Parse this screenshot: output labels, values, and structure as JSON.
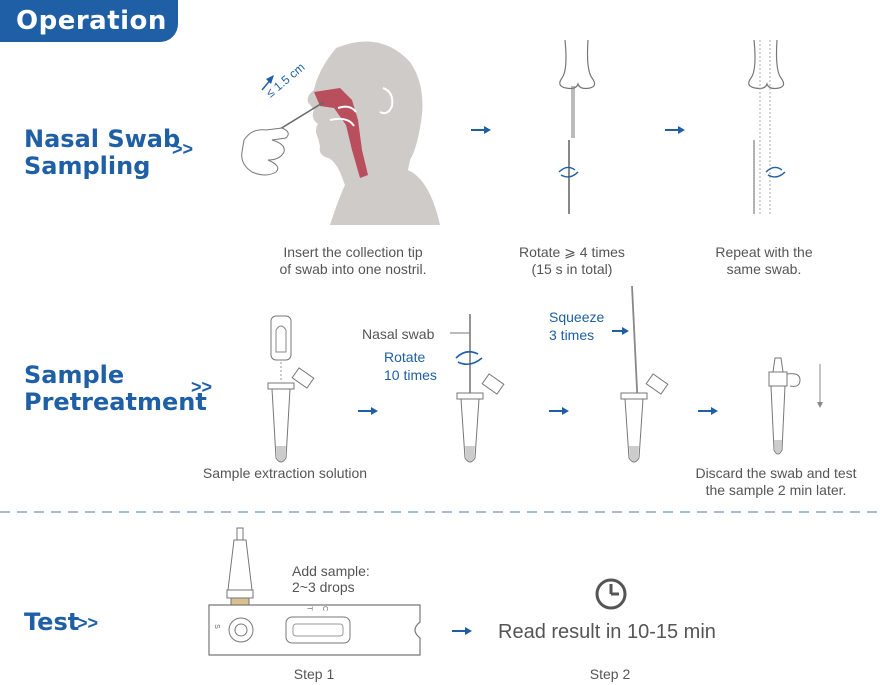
{
  "header": {
    "title": "Operation"
  },
  "sections": {
    "nasal": {
      "title_line1": "Nasal Swab",
      "title_line2": "Sampling",
      "chevron": ">>"
    },
    "pretreatment": {
      "title_line1": "Sample",
      "title_line2": "Pretreatment",
      "chevron": ">>"
    },
    "test": {
      "title": "Test",
      "chevron": ">>"
    }
  },
  "nasal_steps": {
    "depth_label": "≤ 1.5 cm",
    "insert_line1": "Insert the collection tip",
    "insert_line2": "of swab into one nostril.",
    "rotate_line1": "Rotate ⩾ 4 times",
    "rotate_line2": "(15 s in total)",
    "repeat_line1": "Repeat with the",
    "repeat_line2": "same swab."
  },
  "pretreatment_steps": {
    "extraction_caption": "Sample extraction solution",
    "nasal_swab_label": "Nasal swab",
    "rotate_line1": "Rotate",
    "rotate_line2": "10 times",
    "squeeze_line1": "Squeeze",
    "squeeze_line2": "3 times",
    "discard_line1": "Discard the swab and test",
    "discard_line2": "the sample 2 min later."
  },
  "test_steps": {
    "add_sample_line1": "Add sample:",
    "add_sample_line2": "2~3 drops",
    "cassette_s": "S",
    "cassette_t": "T",
    "cassette_c": "C",
    "read_result": "Read result in 10-15 min",
    "step1": "Step 1",
    "step2": "Step 2"
  },
  "arrow_glyph": "→",
  "icons": [
    "clock-icon",
    "rotate-icon",
    "arrow-right-icon",
    "arrow-down-icon"
  ],
  "colors": {
    "brand": "#1f5fa5",
    "nasal_tissue": "#b5384a",
    "head": "#cfcbc8",
    "line": "#666666"
  }
}
